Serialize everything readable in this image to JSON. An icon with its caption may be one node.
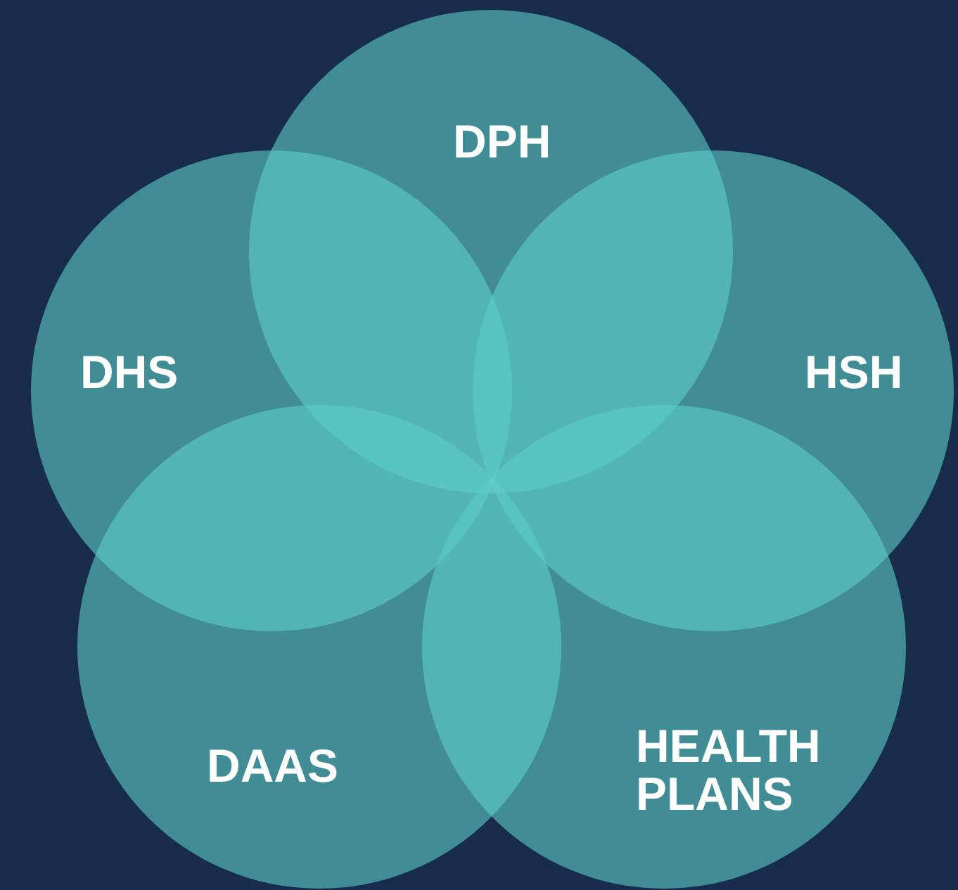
{
  "diagram": {
    "nodes": [
      {
        "text": [
          "DPH"
        ]
      },
      {
        "text": [
          "DHS"
        ]
      },
      {
        "text": [
          "HSH"
        ]
      },
      {
        "text": [
          "DAAS"
        ]
      },
      {
        "text": [
          "HEALTH PLANS"
        ]
      }
    ]
  }
}
